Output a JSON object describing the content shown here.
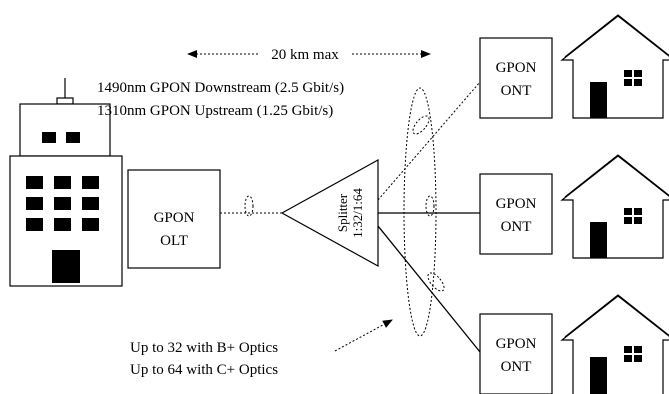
{
  "distance_label": "20 km max",
  "downstream_label": "1490nm GPON Downstream (2.5 Gbit/s)",
  "upstream_label": "1310nm GPON Upstream (1.25 Gbit/s)",
  "olt": {
    "line1": "GPON",
    "line2": "OLT"
  },
  "splitter": {
    "line1": "Splitter",
    "line2": "1:32/1:64"
  },
  "onts": [
    {
      "line1": "GPON",
      "line2": "ONT"
    },
    {
      "line1": "GPON",
      "line2": "ONT"
    },
    {
      "line1": "GPON",
      "line2": "ONT"
    }
  ],
  "optics_note": {
    "line1": "Up to 32 with B+ Optics",
    "line2": "Up to 64 with C+ Optics"
  },
  "colors": {
    "stroke": "#000000",
    "fill": "#ffffff",
    "ink": "#000000"
  }
}
